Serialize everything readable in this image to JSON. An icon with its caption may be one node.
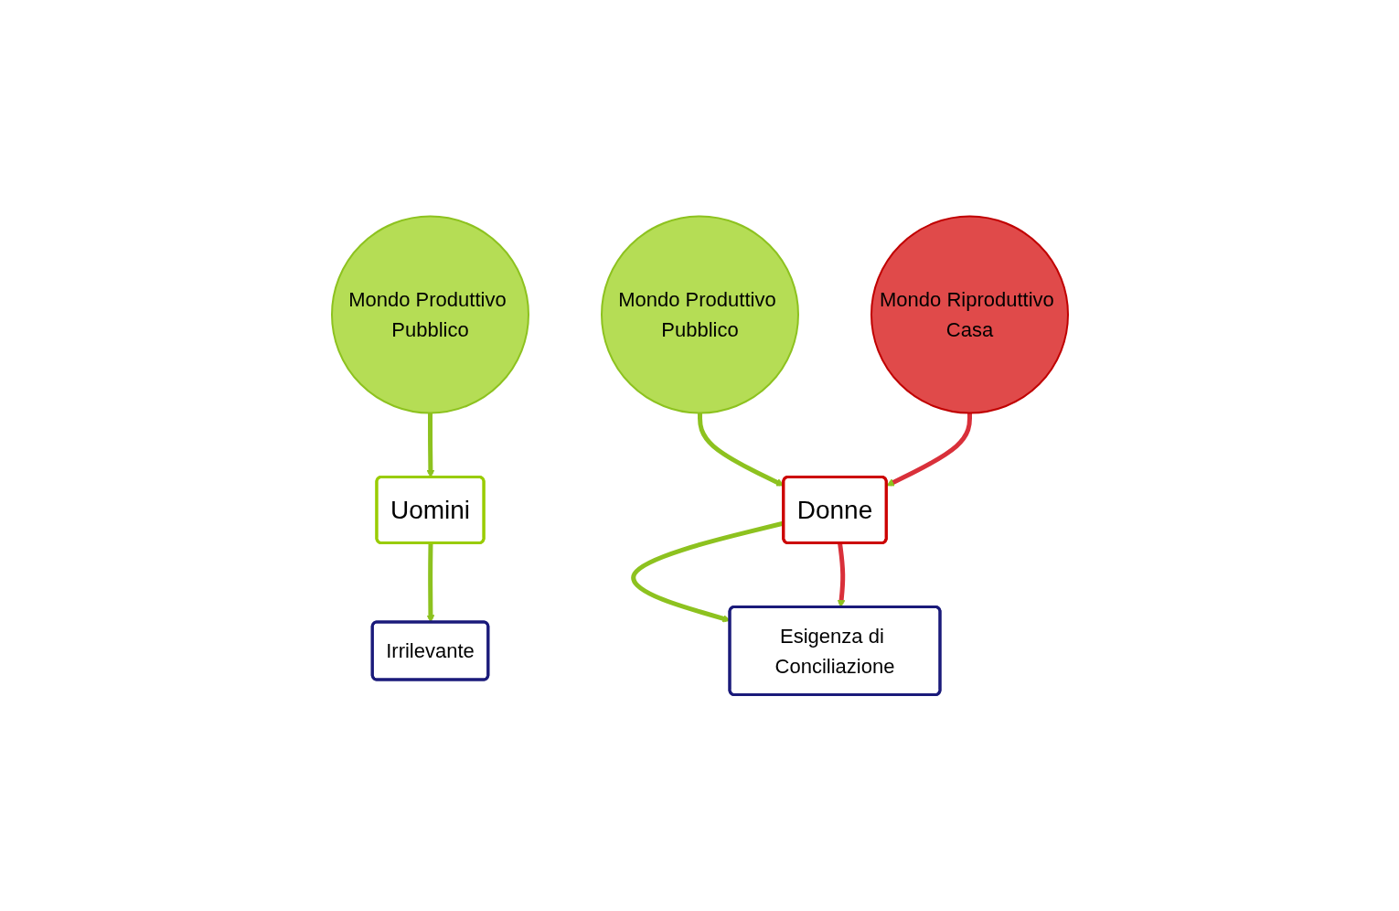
{
  "diagram": {
    "nodes": [
      {
        "text": [
          "Mondo Produttivo Pubblico"
        ]
      },
      {
        "text": [
          "Uomini"
        ]
      },
      {
        "text": [
          "Irrilevante"
        ]
      },
      {
        "text": [
          "Mondo Produttivo Pubblico"
        ]
      },
      {
        "text": [
          "Mondo Riproduttivo Casa"
        ]
      },
      {
        "text": [
          "Donne"
        ]
      },
      {
        "text": [
          "Esigenza di Conciliazione"
        ]
      }
    ],
    "edges": [
      {
        "from": 0,
        "to": 1,
        "arrow": "to"
      },
      {
        "from": 1,
        "to": 2,
        "arrow": "to"
      },
      {
        "from": 3,
        "to": 5,
        "arrow": "to"
      },
      {
        "from": 4,
        "to": 5,
        "arrow": "to",
        "color": "#d9303a"
      },
      {
        "from": 5,
        "to": 6,
        "arrow": "to"
      },
      {
        "from": 5,
        "to": 6,
        "arrow": "to",
        "color": "#d9303a"
      }
    ]
  }
}
